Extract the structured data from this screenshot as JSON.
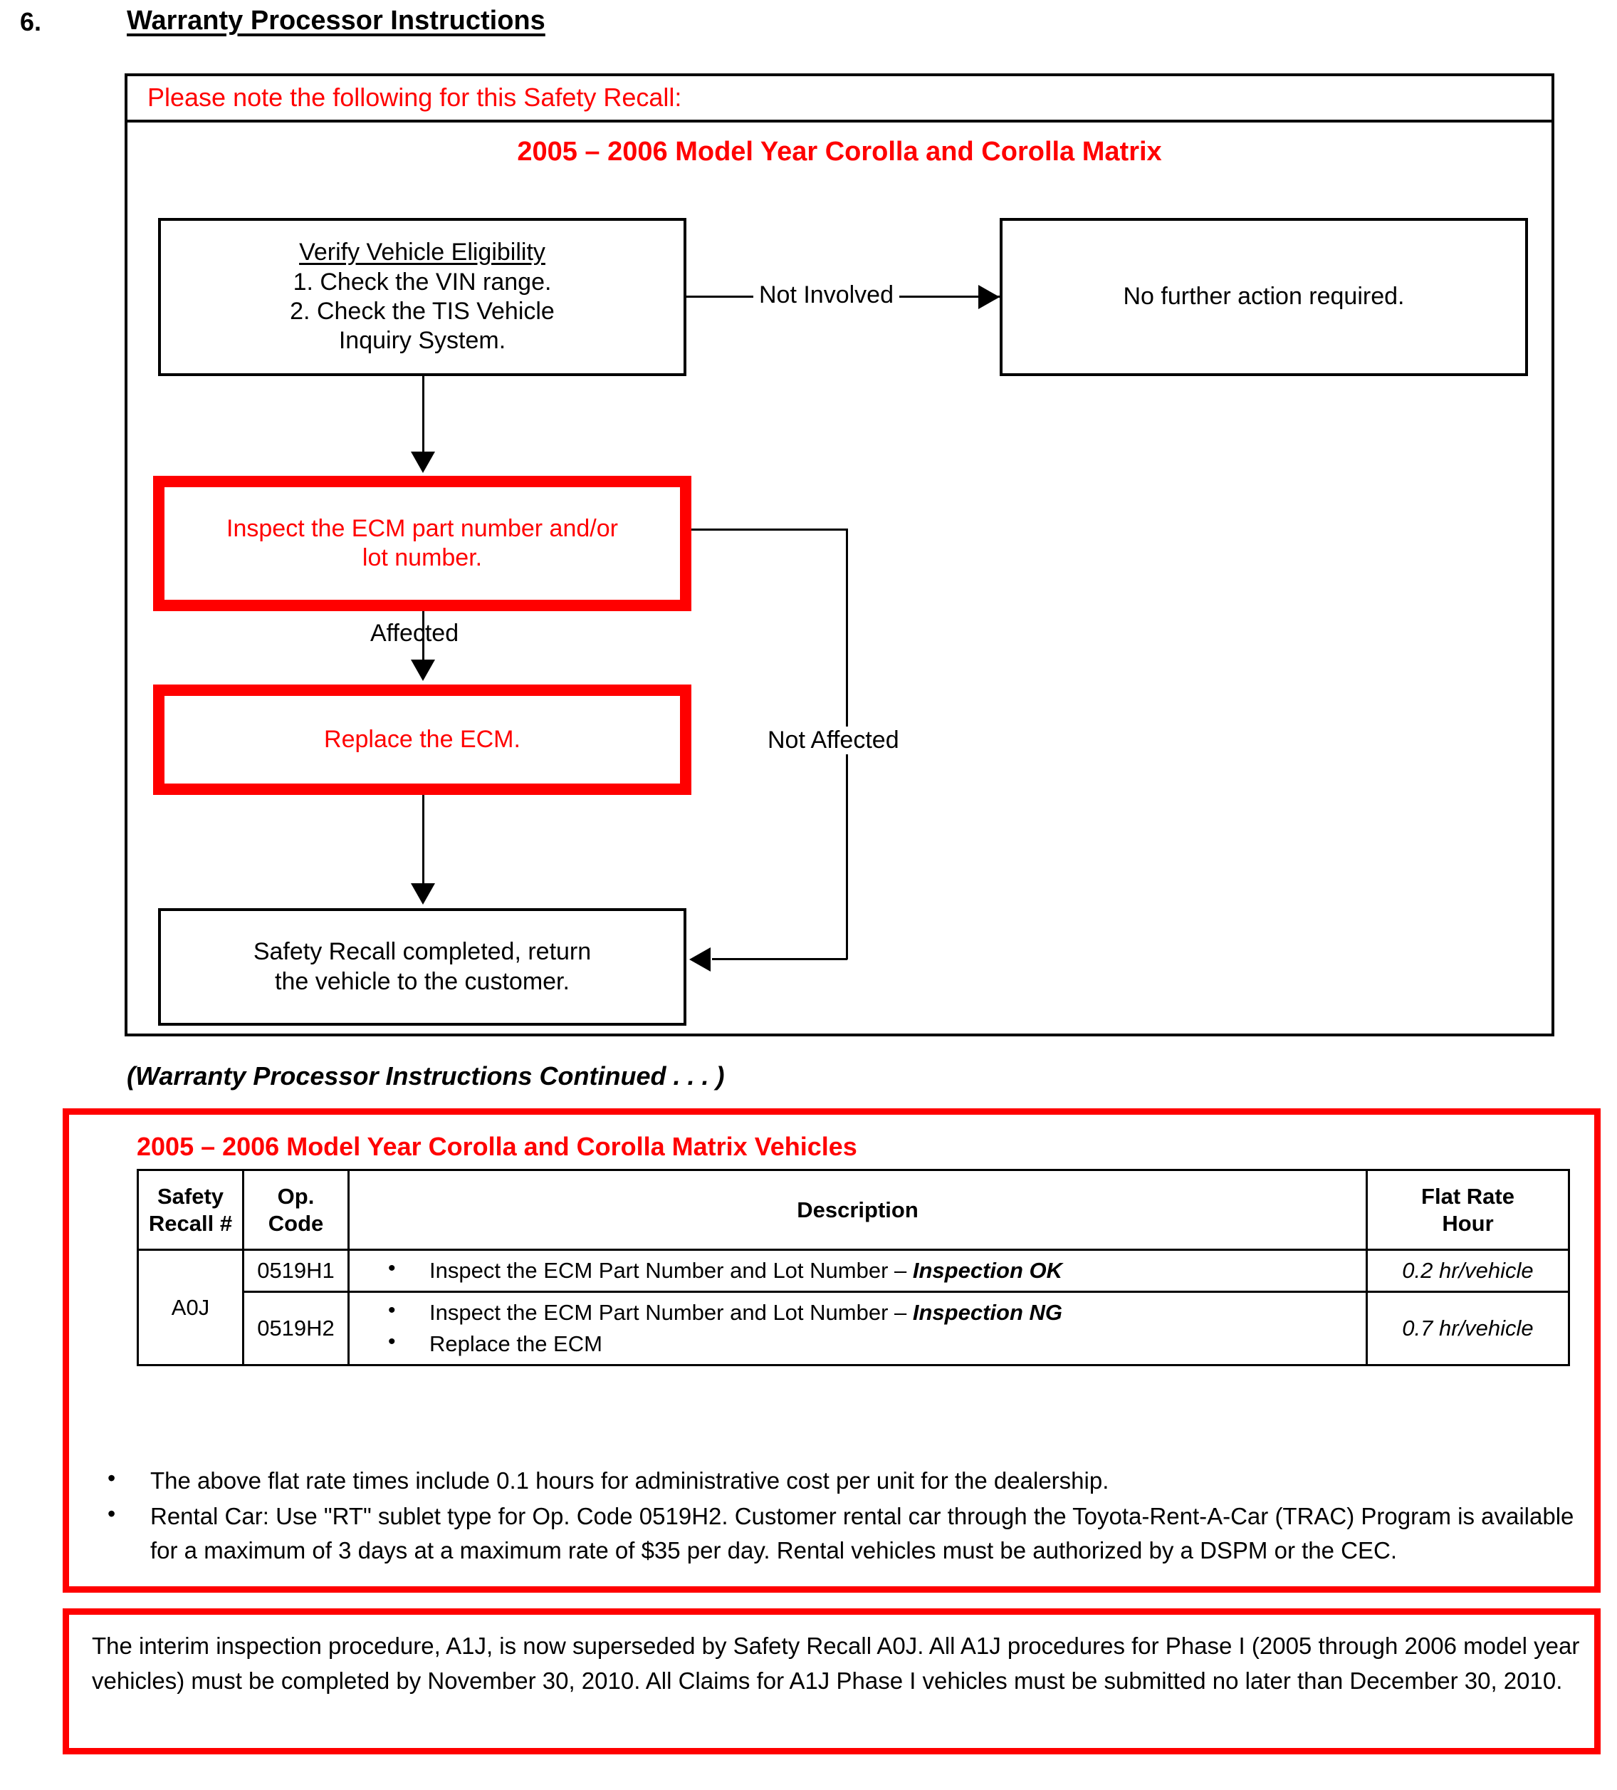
{
  "section": {
    "number": "6.",
    "title": "Warranty Processor Instructions"
  },
  "flowchart": {
    "note": "Please note the following for this Safety Recall:",
    "heading": "2005 – 2006 Model Year Corolla and Corolla Matrix",
    "boxes": {
      "verify": {
        "title": "Verify Vehicle Eligibility",
        "line1": "1. Check the VIN range.",
        "line2": "2. Check the TIS Vehicle",
        "line3": "Inquiry System."
      },
      "no_further": "No further action required.",
      "inspect_line1": "Inspect the ECM part number and/or",
      "inspect_line2": "lot number.",
      "replace": "Replace the ECM.",
      "complete_line1": "Safety Recall completed, return",
      "complete_line2": "the vehicle to the customer."
    },
    "edges": {
      "not_involved": "Not Involved",
      "affected": "Affected",
      "not_affected": "Not Affected"
    }
  },
  "continued_caption": "(Warranty Processor Instructions Continued . . . )",
  "rate_table": {
    "title": "2005 – 2006 Model Year Corolla and Corolla Matrix Vehicles",
    "headers": {
      "recall": "Safety\nRecall #",
      "recall_line1": "Safety",
      "recall_line2": "Recall #",
      "opcode_line1": "Op.",
      "opcode_line2": "Code",
      "description": "Description",
      "flat_line1": "Flat Rate",
      "flat_line2": "Hour"
    },
    "recall_number": "A0J",
    "rows": [
      {
        "op_code": "0519H1",
        "bullets": [
          {
            "text": "Inspect the ECM Part Number and Lot Number – ",
            "emphasis": "Inspection OK"
          }
        ],
        "flat_rate": "0.2 hr/vehicle"
      },
      {
        "op_code": "0519H2",
        "bullets": [
          {
            "text": "Inspect the ECM Part Number and Lot Number – ",
            "emphasis": "Inspection NG"
          },
          {
            "text": "Replace the ECM",
            "emphasis": ""
          }
        ],
        "flat_rate": "0.7 hr/vehicle"
      }
    ],
    "notes": [
      "The above flat rate times include 0.1 hours for administrative cost per unit for the dealership.",
      "Rental Car:  Use \"RT\" sublet type for Op. Code 0519H2.  Customer rental car through the Toyota-Rent-A-Car (TRAC) Program is available for a maximum of 3 days at a maximum rate of $35 per day.  Rental vehicles must be authorized by a DSPM or the CEC."
    ]
  },
  "interim_notice": "The interim inspection procedure, A1J, is now superseded by Safety Recall A0J.  All A1J procedures for Phase I (2005 through 2006 model year vehicles) must be completed by November 30, 2010.  All Claims for A1J Phase I vehicles must be submitted no later than December 30, 2010.",
  "colors": {
    "recall_red": "#ff0000",
    "text_black": "#000000",
    "page_background": "#ffffff"
  }
}
